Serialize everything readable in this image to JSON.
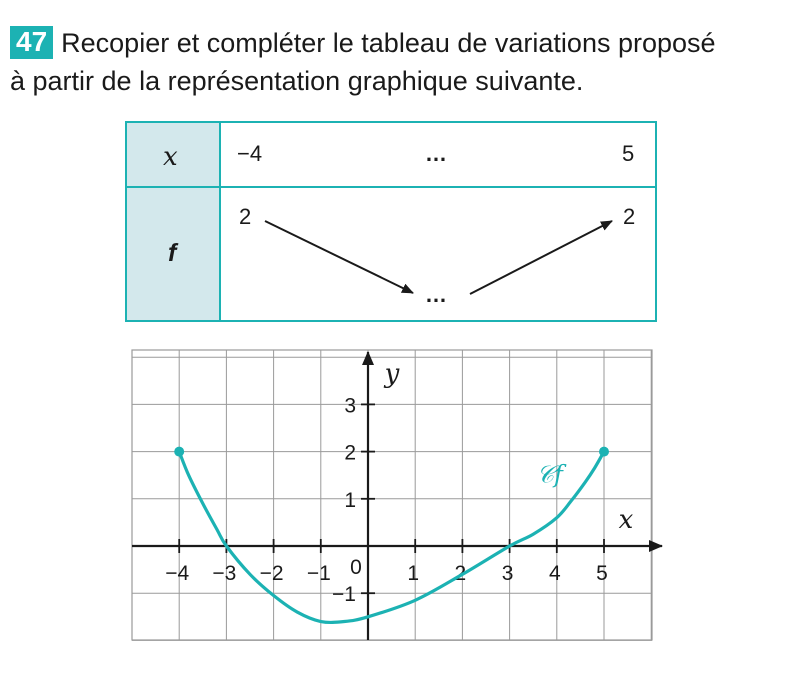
{
  "exercise": {
    "number": "47",
    "instruction_line1": "Recopier et compléter le tableau de variations proposé",
    "instruction_line2": "à partir de la représentation graphique suivante."
  },
  "variation_table": {
    "row_x_header": "x",
    "row_f_header": "f",
    "x_start": "−4",
    "x_middle": "…",
    "x_end": "5",
    "f_start": "2",
    "f_middle": "…",
    "f_end": "2"
  },
  "chart_data": {
    "type": "line",
    "xlabel": "x",
    "ylabel": "y",
    "xlim": [
      -5,
      6
    ],
    "ylim": [
      -1.8,
      4
    ],
    "grid": true,
    "origin_label": "0",
    "x_ticks": [
      -4,
      -3,
      -2,
      -1,
      1,
      2,
      3,
      4,
      5
    ],
    "x_tick_labels": [
      "−4",
      "−3",
      "−2",
      "−1",
      "1",
      "2",
      "3",
      "4",
      "5"
    ],
    "y_ticks": [
      -1,
      1,
      2,
      3
    ],
    "y_tick_labels": [
      "−1",
      "1",
      "2",
      "3"
    ],
    "series": [
      {
        "name": "𝒞f",
        "color": "#1cb2b3",
        "x": [
          -4,
          -3.8,
          -3.5,
          -3.2,
          -3,
          -2.5,
          -2,
          -1.5,
          -1,
          -0.5,
          0,
          1,
          2,
          3,
          3.5,
          4,
          4.3,
          4.6,
          4.8,
          5
        ],
        "y": [
          2,
          1.5,
          0.9,
          0.35,
          0,
          -0.6,
          -1.05,
          -1.4,
          -1.6,
          -1.6,
          -1.5,
          -1.15,
          -0.6,
          0,
          0.25,
          0.6,
          0.95,
          1.35,
          1.65,
          2
        ]
      }
    ],
    "endpoints": [
      [
        -4,
        2
      ],
      [
        5,
        2
      ]
    ]
  },
  "colors": {
    "accent": "#1cb2b3",
    "header_fill": "#d3e8ec",
    "grid": "#9a9a9a",
    "axis": "#1a1a1a"
  }
}
